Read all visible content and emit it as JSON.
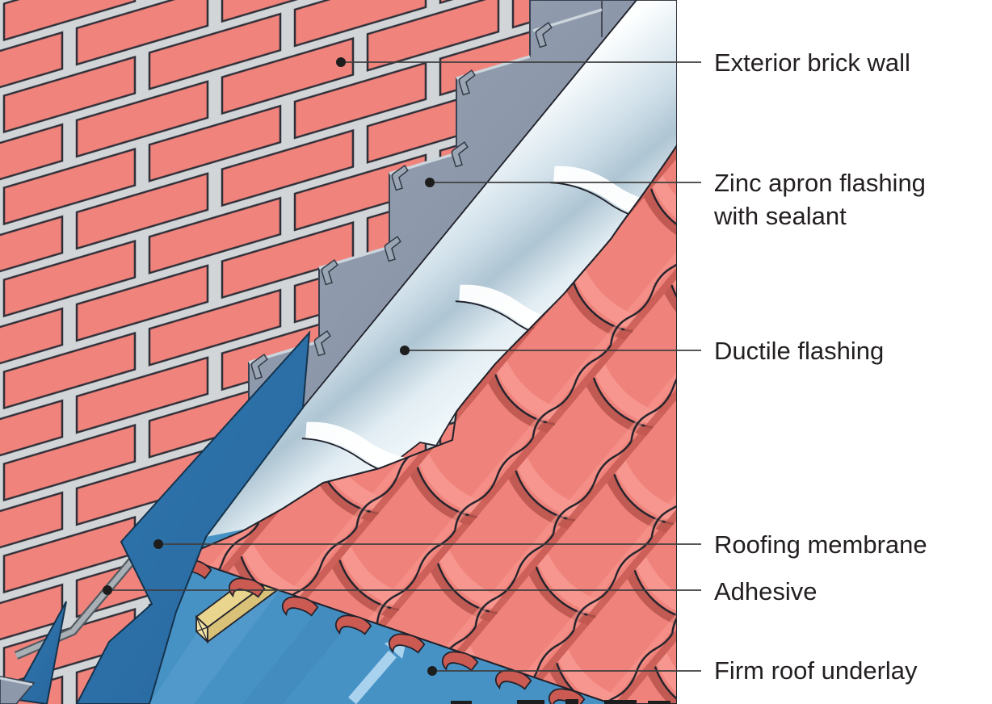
{
  "figure": {
    "type": "construction-detail-diagram",
    "subject": "roof-to-wall apron flashing cutaway",
    "labels": {
      "exterior_brick_wall": "Exterior brick wall",
      "zinc_apron_line1": "Zinc apron flashing",
      "zinc_apron_line2": "with sealant",
      "ductile_flashing": "Ductile flashing",
      "roofing_membrane": "Roofing membrane",
      "adhesive": "Adhesive",
      "firm_roof_underlay": "Firm roof underlay"
    },
    "palette": {
      "brick": "#f0837b",
      "mortar": "#d2d5d7",
      "outline": "#23232c",
      "zinc_flashing": "#8d99ab",
      "ductile_flashing_light": "#eef6fa",
      "ductile_flashing_shade": "#aec5d3",
      "roof_tile": "#ef837b",
      "roof_tile_shadow": "#c4574f",
      "membrane_blue": "#2e74ad",
      "underlay_blue": "#4792c5",
      "batten_wood": "#e9d58d",
      "airflow_arrow": "#a9d2ef",
      "label_text": "#231f20",
      "leader_line": "#3f3f3f"
    },
    "icons": {
      "airflow_arrow": "arrow-up-right"
    }
  }
}
